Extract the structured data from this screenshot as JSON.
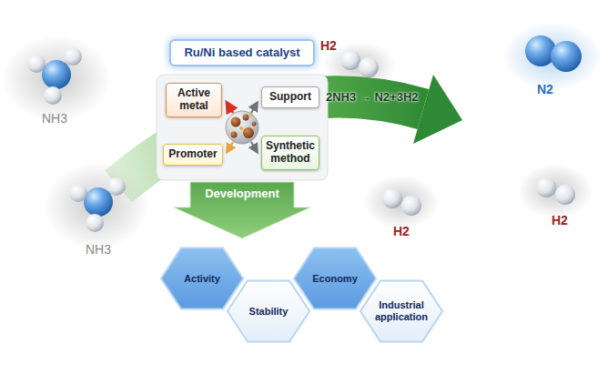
{
  "diagram": {
    "nodes": [
      {
        "text": [
          "Ru/Ni based catalyst"
        ]
      },
      {
        "text": [
          "Active metal"
        ]
      },
      {
        "text": [
          "Support"
        ]
      },
      {
        "text": [
          "Promoter"
        ]
      },
      {
        "text": [
          "Synthetic method"
        ]
      },
      {
        "text": [
          "Development"
        ]
      },
      {
        "text": [
          "Activity"
        ]
      },
      {
        "text": [
          "Stability"
        ]
      },
      {
        "text": [
          "Economy"
        ]
      },
      {
        "text": [
          "Industrial application"
        ]
      }
    ],
    "labels": [
      "NH3",
      "NH3",
      "2NH3 → N2+3H2",
      "H2",
      "N2",
      "H2",
      "H2"
    ]
  }
}
